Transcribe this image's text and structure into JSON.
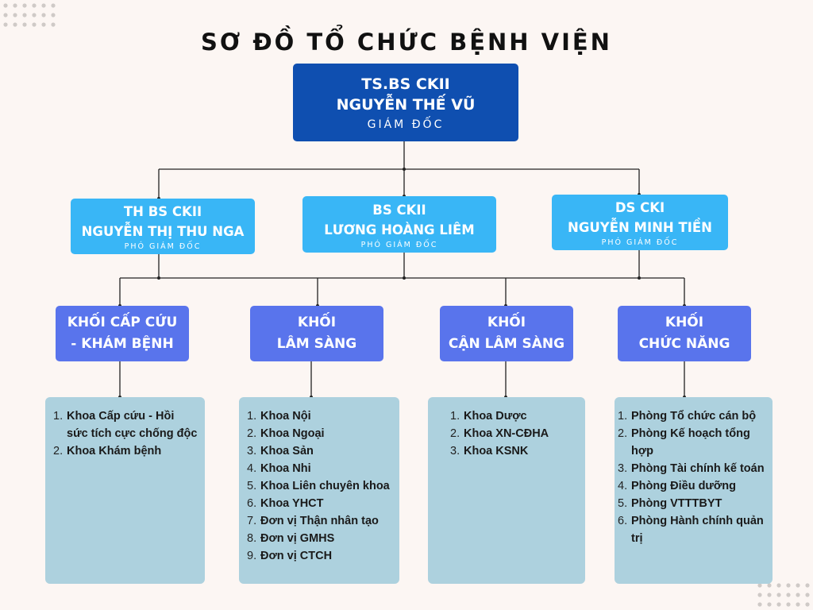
{
  "title": "SƠ ĐỒ TỔ CHỨC BỆNH VIỆN",
  "director": {
    "line1": "TS.BS CKII",
    "line2": "NGUYỄN THẾ VŨ",
    "role": "GIÁM ĐỐC"
  },
  "deputies": [
    {
      "line1": "TH BS CKII",
      "line2": "NGUYỄN THỊ THU NGA",
      "role": "PHÓ GIÁM ĐỐC"
    },
    {
      "line1": "BS CKII",
      "line2": "LƯƠNG HOÀNG LIÊM",
      "role": "PHÓ GIÁM ĐỐC"
    },
    {
      "line1": "DS CKI",
      "line2": "NGUYỄN MINH TIỀN",
      "role": "PHÓ GIÁM ĐỐC"
    }
  ],
  "blocks": [
    {
      "line1": "KHỐI CẤP CỨU",
      "line2": "-  KHÁM BỆNH",
      "items": [
        "Khoa Cấp cứu - Hồi sức tích cực chống độc",
        "Khoa Khám bệnh"
      ]
    },
    {
      "line1": "KHỐI",
      "line2": "LÂM SÀNG",
      "items": [
        "Khoa Nội",
        "Khoa Ngoại",
        "Khoa Sản",
        "Khoa Nhi",
        "Khoa Liên chuyên khoa",
        "Khoa YHCT",
        "Đơn vị Thận nhân tạo",
        "Đơn vị GMHS",
        "Đơn vị CTCH"
      ]
    },
    {
      "line1": "KHỐI",
      "line2": "CẬN LÂM SÀNG",
      "items": [
        "Khoa Dược",
        "Khoa XN-CĐHA",
        "Khoa KSNK"
      ]
    },
    {
      "line1": "KHỐI",
      "line2": "CHỨC NĂNG",
      "items": [
        "Phòng Tổ chức cán bộ",
        "Phòng Kế hoạch tổng hợp",
        "Phòng Tài chính kế toán",
        "Phòng Điều dưỡng",
        "Phòng VTTTBYT",
        "Phòng Hành chính quản trị"
      ]
    }
  ],
  "colors": {
    "background": "#fcf6f3",
    "director": "#0f4fb0",
    "deputy": "#39b6f6",
    "block": "#5974ec",
    "panel": "#add1de"
  }
}
